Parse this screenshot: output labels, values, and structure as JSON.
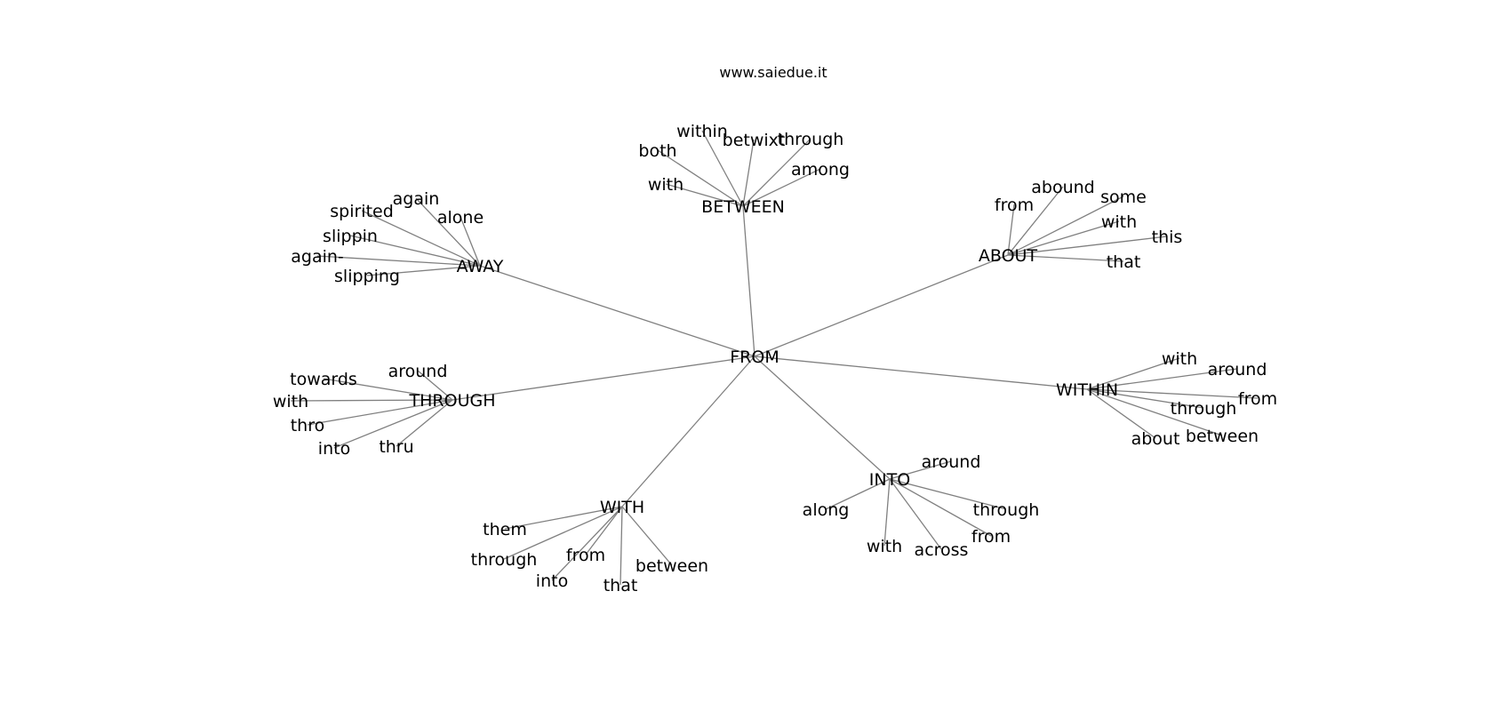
{
  "title": "www.saiedue.it",
  "edge_color": "#808080",
  "text_color": "#000000",
  "graph": {
    "root": "FROM",
    "clusters": [
      {
        "hub": "AWAY",
        "leaves": [
          "again",
          "spirited",
          "alone",
          "slippin",
          "again-",
          "slipping"
        ]
      },
      {
        "hub": "BETWEEN",
        "leaves": [
          "both",
          "within",
          "betwixt",
          "through",
          "among",
          "with"
        ]
      },
      {
        "hub": "ABOUT",
        "leaves": [
          "from",
          "abound",
          "some",
          "with",
          "this",
          "that"
        ]
      },
      {
        "hub": "THROUGH",
        "leaves": [
          "towards",
          "around",
          "with",
          "thro",
          "into",
          "thru"
        ]
      },
      {
        "hub": "WITHIN",
        "leaves": [
          "with",
          "around",
          "from",
          "through",
          "about",
          "between"
        ]
      },
      {
        "hub": "INTO",
        "leaves": [
          "around",
          "along",
          "through",
          "from",
          "with",
          "across"
        ]
      },
      {
        "hub": "WITH",
        "leaves": [
          "them",
          "through",
          "from",
          "into",
          "that",
          "between"
        ]
      }
    ]
  }
}
